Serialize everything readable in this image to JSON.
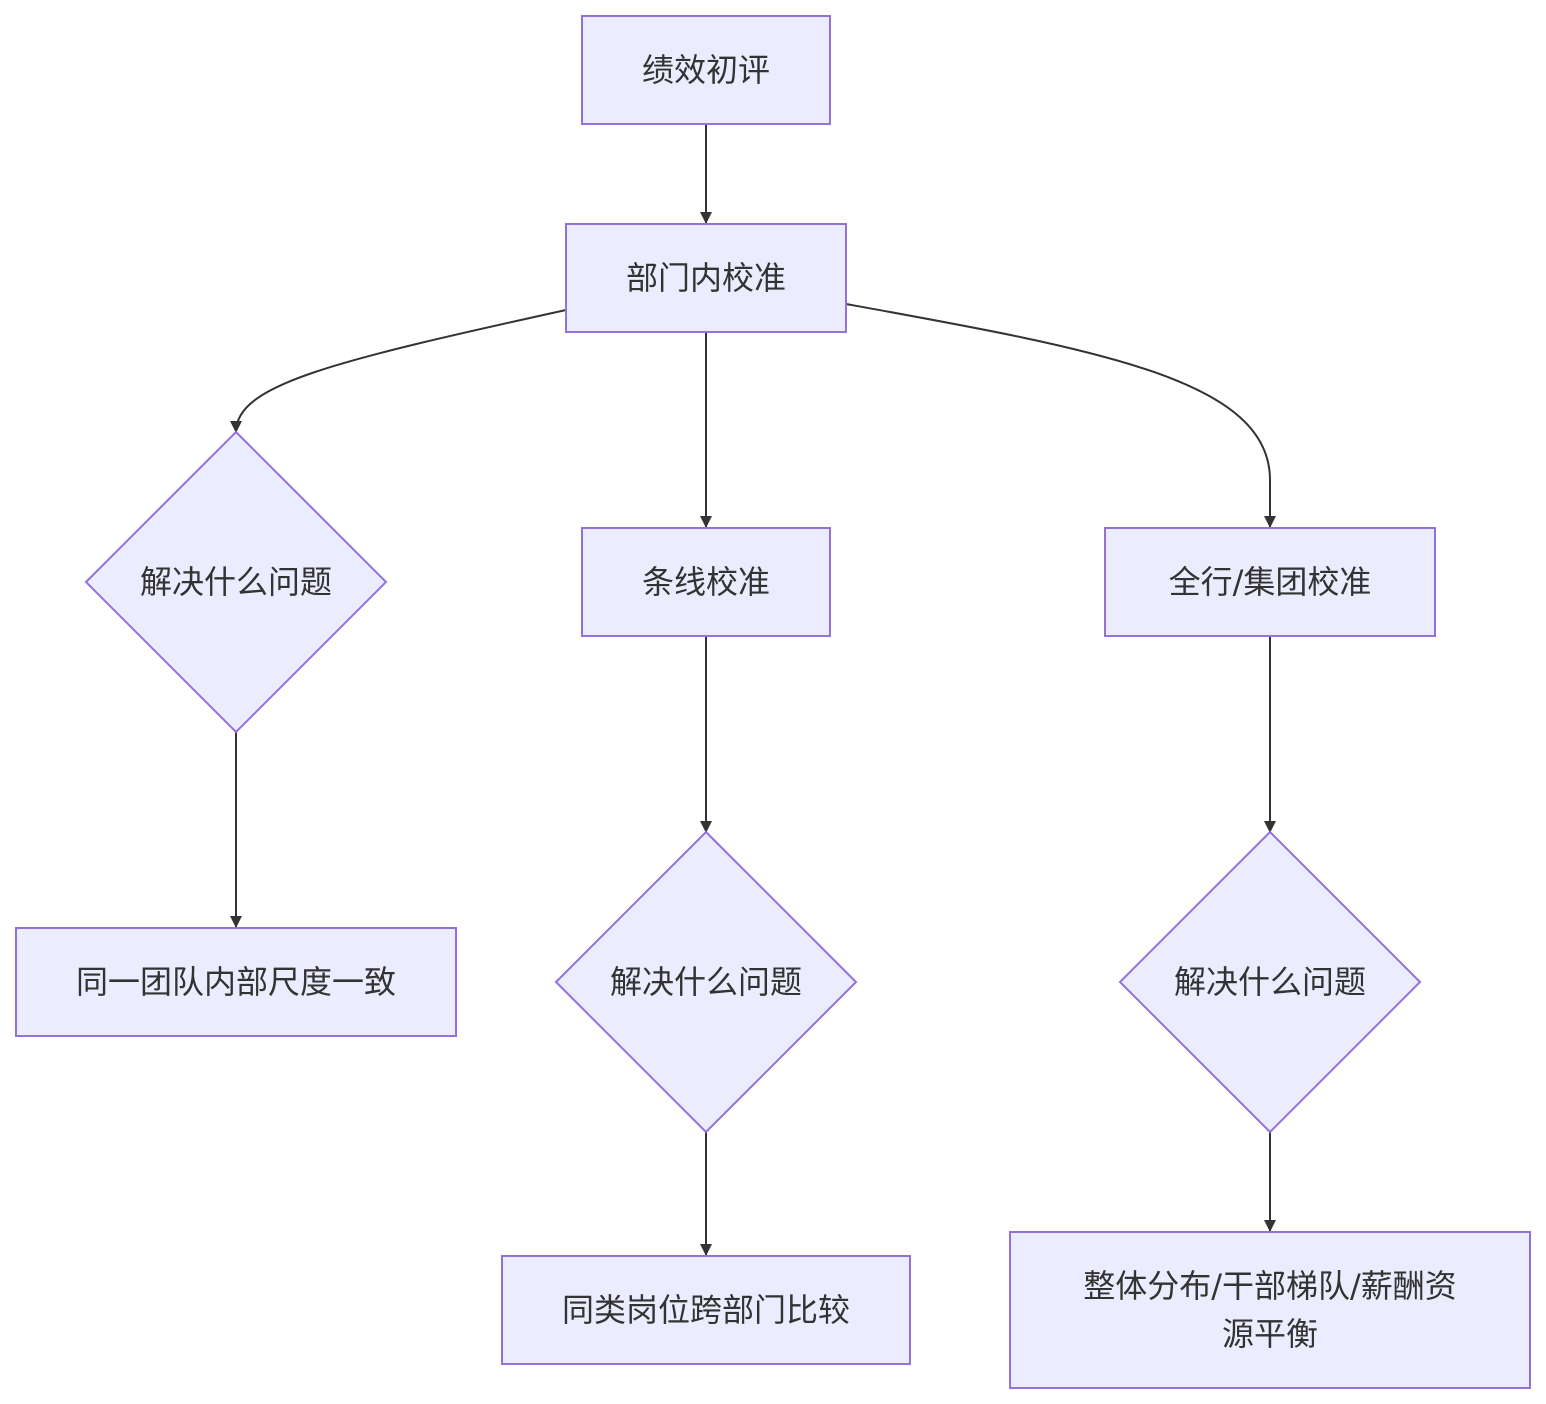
{
  "diagram": {
    "colors": {
      "node_fill": "#ECECFF",
      "node_stroke": "#9370DB",
      "edge": "#333333",
      "text": "#333333"
    },
    "nodes": {
      "initial_review": "绩效初评",
      "dept_calibration": "部门内校准",
      "question_left": "解决什么问题",
      "line_calibration": "条线校准",
      "group_calibration": "全行/集团校准",
      "result_left": "同一团队内部尺度一致",
      "question_middle": "解决什么问题",
      "question_right": "解决什么问题",
      "result_middle": "同类岗位跨部门比较",
      "result_right_line1": "整体分布/干部梯队/薪酬资",
      "result_right_line2": "源平衡"
    }
  }
}
